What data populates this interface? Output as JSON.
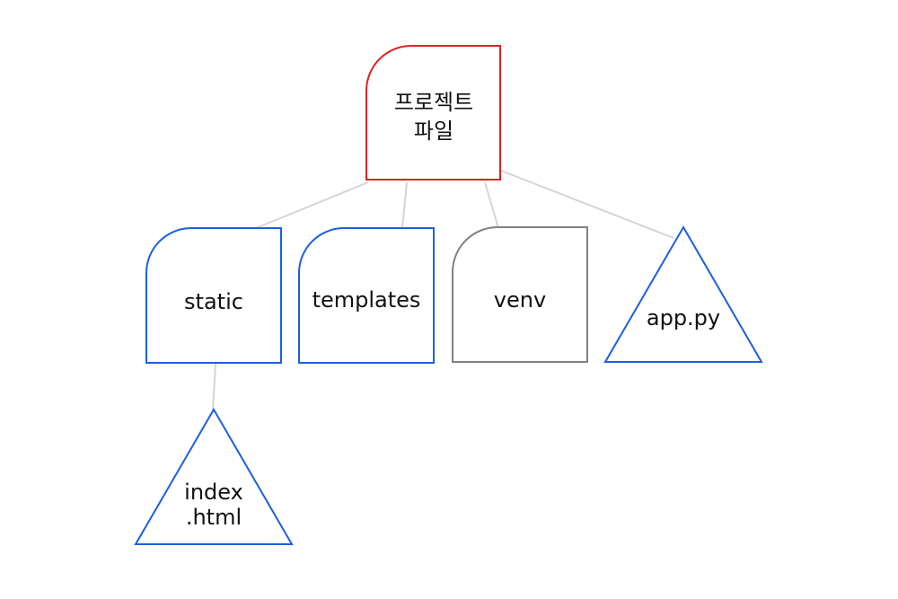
{
  "colors": {
    "root": "#e02020",
    "folder": "#1a5fe0",
    "folder_muted": "#808080",
    "file": "#1a5fe0",
    "connector": "#d4d4d4"
  },
  "nodes": {
    "root": {
      "label_line1": "프로젝트",
      "label_line2": "파일",
      "kind": "folder"
    },
    "static": {
      "label": "static",
      "kind": "folder"
    },
    "templates": {
      "label": "templates",
      "kind": "folder"
    },
    "venv": {
      "label": "venv",
      "kind": "folder"
    },
    "app_py": {
      "label": "app.py",
      "kind": "file"
    },
    "index_html": {
      "label_line1": "index",
      "label_line2": ".html",
      "kind": "file"
    }
  }
}
